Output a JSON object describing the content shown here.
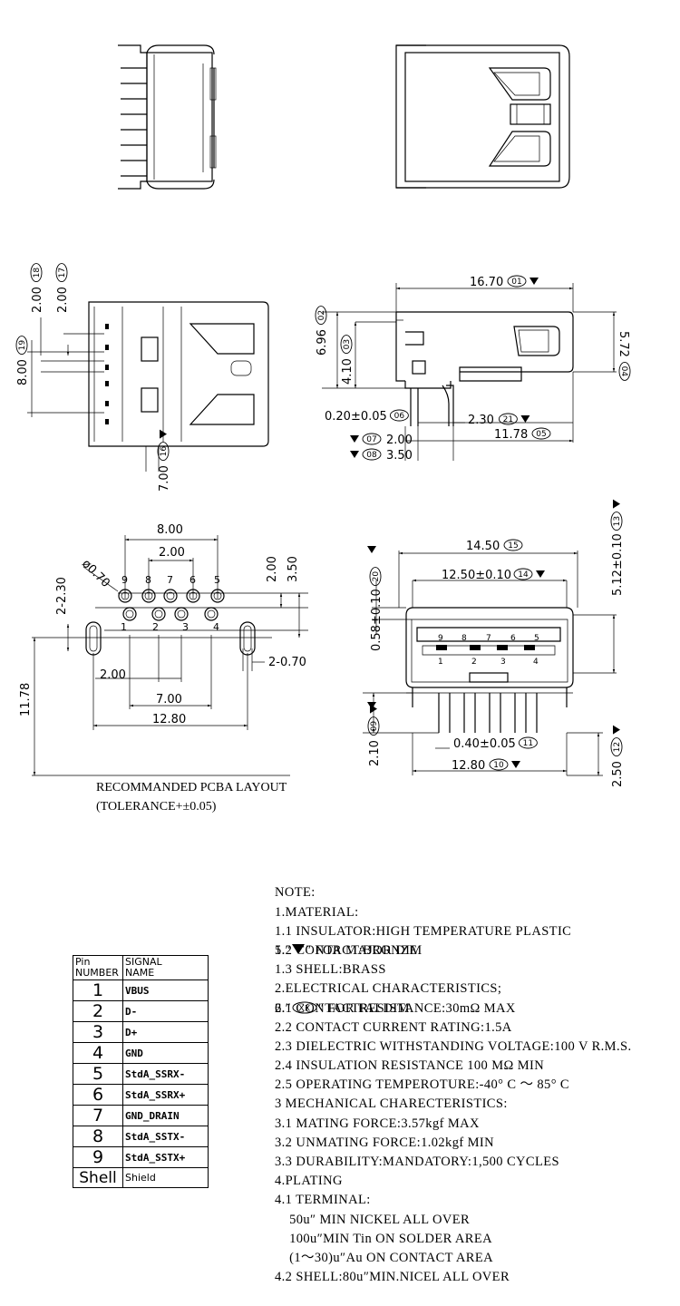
{
  "dimensions": {
    "d01": {
      "value": "16.70",
      "tag": "01"
    },
    "d02": {
      "value": "6.96",
      "tag": "02"
    },
    "d03": {
      "value": "4.10",
      "tag": "03"
    },
    "d04": {
      "value": "5.72",
      "tag": "04"
    },
    "d05": {
      "value": "11.78",
      "tag": "05"
    },
    "d06": {
      "value": "0.20±0.05",
      "tag": "06"
    },
    "d07": {
      "value": "2.00",
      "tag": "07"
    },
    "d08": {
      "value": "3.50",
      "tag": "08"
    },
    "d09": {
      "value": "2.10",
      "tag": "09"
    },
    "d10": {
      "value": "12.80",
      "tag": "10"
    },
    "d11": {
      "value": "0.40±0.05",
      "tag": "11"
    },
    "d12": {
      "value": "2.50",
      "tag": "12"
    },
    "d13": {
      "value": "5.12±0.10",
      "tag": "13"
    },
    "d14": {
      "value": "12.50±0.10",
      "tag": "14"
    },
    "d15": {
      "value": "14.50",
      "tag": "15"
    },
    "d16": {
      "value": "7.00",
      "tag": "16"
    },
    "d17": {
      "value": "2.00",
      "tag": "17"
    },
    "d18": {
      "value": "2.00",
      "tag": "18"
    },
    "d19": {
      "value": "8.00",
      "tag": "19"
    },
    "d20": {
      "value": "0.58±0.10",
      "tag": "20"
    },
    "d21": {
      "value": "2.30",
      "tag": "21"
    }
  },
  "pcba": {
    "d8_00": "8.00",
    "d2_00": "2.00",
    "d3_50": "3.50",
    "d2_00_right": "2.00",
    "d_hole": "ø0.70",
    "d_slot": "2-2.30",
    "d_slot_w": "2-0.70",
    "d_bottom_2": "2.00",
    "d_7_00": "7.00",
    "d_12_80": "12.80",
    "d_11_78": "11.78",
    "caption_line1": "RECOMMANDED PCBA LAYOUT",
    "caption_line2": "(TOLERANCE+±0.05)"
  },
  "pin_numbers_top": [
    "9",
    "8",
    "7",
    "6",
    "5"
  ],
  "pin_numbers_bottom": [
    "1",
    "2",
    "3",
    "4"
  ],
  "pin_table": {
    "header_pin": "Pin\nNUMBER",
    "header_pin_line1": "Pin",
    "header_pin_line2": "NUMBER",
    "header_signal_line1": "SIGNAL",
    "header_signal_line2": "NAME",
    "rows": [
      {
        "pin": "1",
        "signal": "VBUS"
      },
      {
        "pin": "2",
        "signal": "D-"
      },
      {
        "pin": "3",
        "signal": "D+"
      },
      {
        "pin": "4",
        "signal": "GND"
      },
      {
        "pin": "5",
        "signal": "StdA_SSRX-"
      },
      {
        "pin": "6",
        "signal": "StdA_SSRX+"
      },
      {
        "pin": "7",
        "signal": "GND_DRAIN"
      },
      {
        "pin": "8",
        "signal": "StdA_SSTX-"
      },
      {
        "pin": "9",
        "signal": "StdA_SSTX+"
      },
      {
        "pin": "Shell",
        "signal": "Shield"
      }
    ]
  },
  "notes": [
    "NOTE:",
    "1.MATERIAL:",
    "1.1 INSULATOR:HIGH TEMPERATURE PLASTIC",
    "1.2 CONTACT:BRONZE",
    "1.3 SHELL:BRASS",
    "2.ELECTRICAL CHARACTERISTICS;",
    "2.1 CONTACTRESISTANCE:30mΩ MAX",
    "2.2 CONTACT CURRENT RATING:1.5A",
    "2.3 DIELECTRIC WITHSTANDING VOLTAGE:100 V R.M.S.",
    "2.4 INSULATION RESISTANCE 100 MΩ MIN",
    "2.5 OPERATING TEMPEROTURE:-40° C ～ 85° C",
    "3 MECHANICAL CHARECTERISTICS:",
    "3.1 MATING FORCE:3.57kgf MAX",
    "3.2 UNMATING FORCE:1.02kgf MIN",
    "3.3 DURABILITY:MANDATORY:1,500 CYCLES",
    "4.PLATING",
    "4.1 TERMINAL:",
    "    50u″ MIN NICKEL ALL OVER",
    "    100u″MIN Tin ON SOLDER AREA",
    "    (1～30)u″Au ON CONTACT AREA",
    "4.2 SHELL:80u″MIN.NICEL ALL OVER"
  ],
  "note5_prefix": "5.″",
  "note5_suffix": "″ FOR MAJOR DIM",
  "note6_prefix": "6.″",
  "note6_symbol": "XX",
  "note6_suffix": "″ FOR FAI DIM"
}
